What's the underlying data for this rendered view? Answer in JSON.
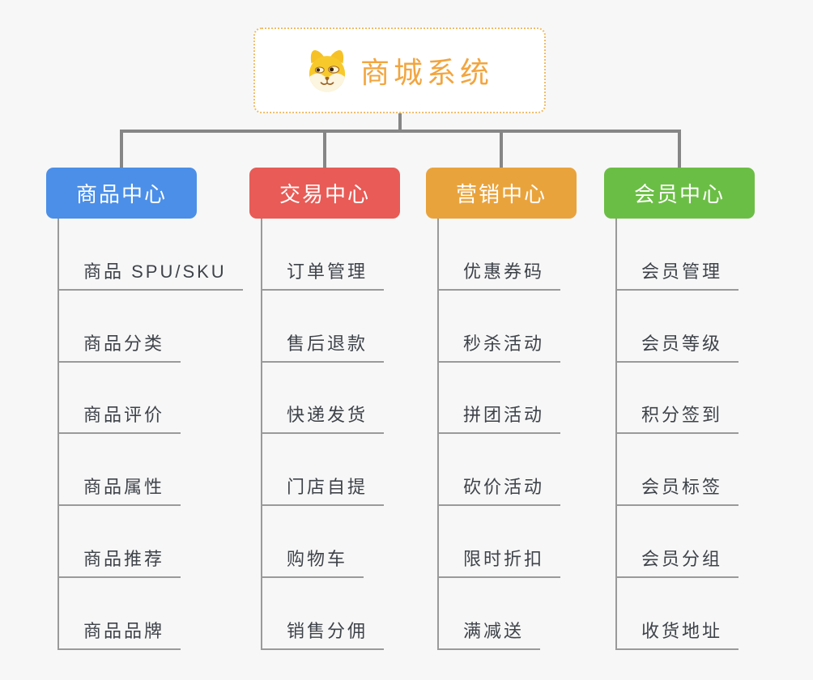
{
  "root": {
    "label": "商城系统",
    "icon": "dog-face-icon",
    "text_color": "#f2a53f",
    "border_color": "#f0bc68"
  },
  "branches": [
    {
      "label": "商品中心",
      "color": "#4b8fe8",
      "children": [
        "商品 SPU/SKU",
        "商品分类",
        "商品评价",
        "商品属性",
        "商品推荐",
        "商品品牌"
      ]
    },
    {
      "label": "交易中心",
      "color": "#e85b56",
      "children": [
        "订单管理",
        "售后退款",
        "快递发货",
        "门店自提",
        "购物车",
        "销售分佣"
      ]
    },
    {
      "label": "营销中心",
      "color": "#e9a33c",
      "children": [
        "优惠券码",
        "秒杀活动",
        "拼团活动",
        "砍价活动",
        "限时折扣",
        "满减送"
      ]
    },
    {
      "label": "会员中心",
      "color": "#6bbe45",
      "children": [
        "会员管理",
        "会员等级",
        "积分签到",
        "会员标签",
        "会员分组",
        "收货地址"
      ]
    }
  ],
  "connector_color": "#868686",
  "child_line_color": "#9a9a9a",
  "background_color": "#f7f7f7"
}
